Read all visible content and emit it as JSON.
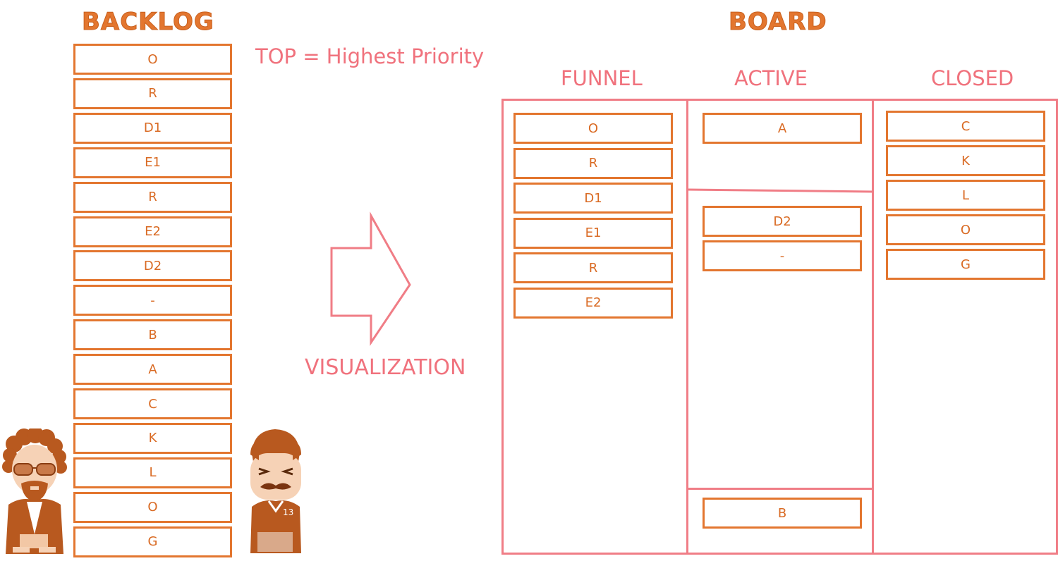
{
  "backlog": {
    "title": "BACKLOG",
    "items": [
      "O",
      "R",
      "D1",
      "E1",
      "R",
      "E2",
      "D2",
      "-",
      "B",
      "A",
      "C",
      "K",
      "L",
      "O",
      "G"
    ]
  },
  "priority_note": "TOP = Highest Priority",
  "arrow": {
    "label": "VISUALIZATION"
  },
  "board": {
    "title": "BOARD",
    "columns": {
      "funnel": {
        "label": "FUNNEL",
        "items": [
          "O",
          "R",
          "D1",
          "E1",
          "R",
          "E2"
        ]
      },
      "active": {
        "label": "ACTIVE",
        "lane1": [
          "A"
        ],
        "lane2": [
          "D2",
          "-"
        ],
        "lane3": [
          "B"
        ]
      },
      "closed": {
        "label": "CLOSED",
        "items": [
          "C",
          "K",
          "L",
          "O",
          "G"
        ]
      }
    }
  },
  "colors": {
    "orange": "#e3762f",
    "pink": "#f07d86",
    "character_brown": "#b8591f"
  },
  "characters": [
    {
      "name": "curly-haired-man-with-sunglasses-icon"
    },
    {
      "name": "mustached-man-in-jersey-13-icon",
      "jersey_number": "13"
    }
  ]
}
